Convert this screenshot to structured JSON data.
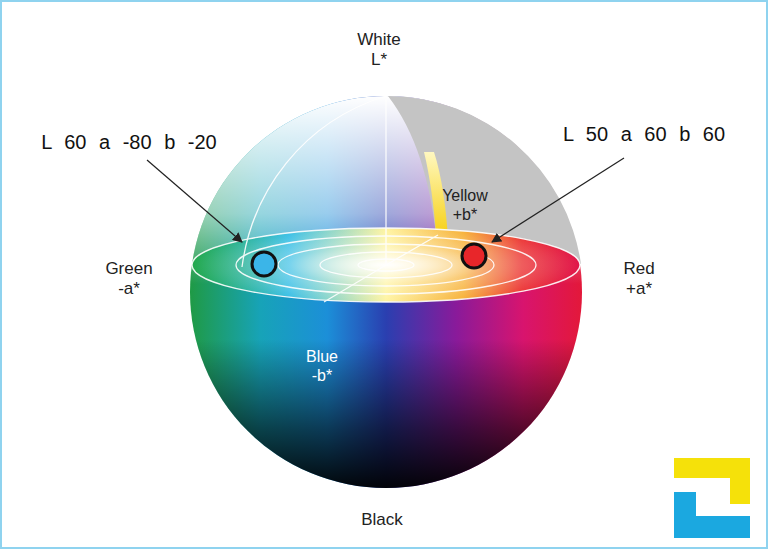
{
  "diagram": {
    "labels": [
      "White L*",
      "L 60 a -80 b -20",
      "L 50 a 60 b 60",
      "Yellow +b*",
      "Green -a*",
      "Red +a*",
      "Blue -b*",
      "Black"
    ]
  }
}
